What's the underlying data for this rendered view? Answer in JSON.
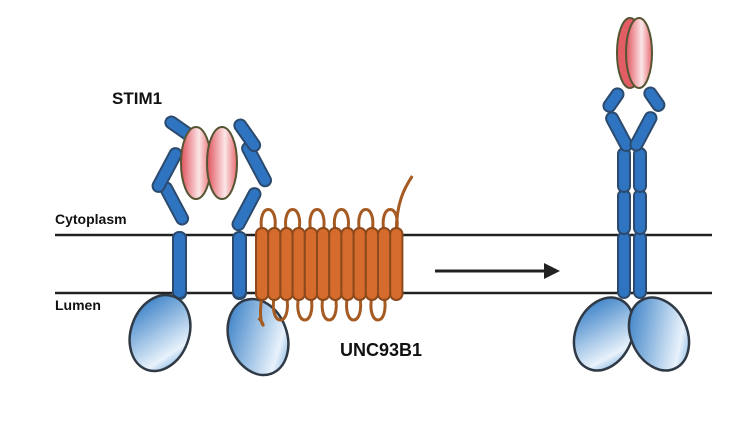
{
  "labels": {
    "stim1": "STIM1",
    "cytoplasm": "Cytoplasm",
    "lumen": "Lumen",
    "unc93b1": "UNC93B1"
  },
  "colors": {
    "blue": "#2f74c0",
    "blue_stroke": "#2b4a6e",
    "red": "#e05a62",
    "orange": "#d56b2c",
    "orange_stroke": "#8c4a1c",
    "membrane": "#222222"
  }
}
